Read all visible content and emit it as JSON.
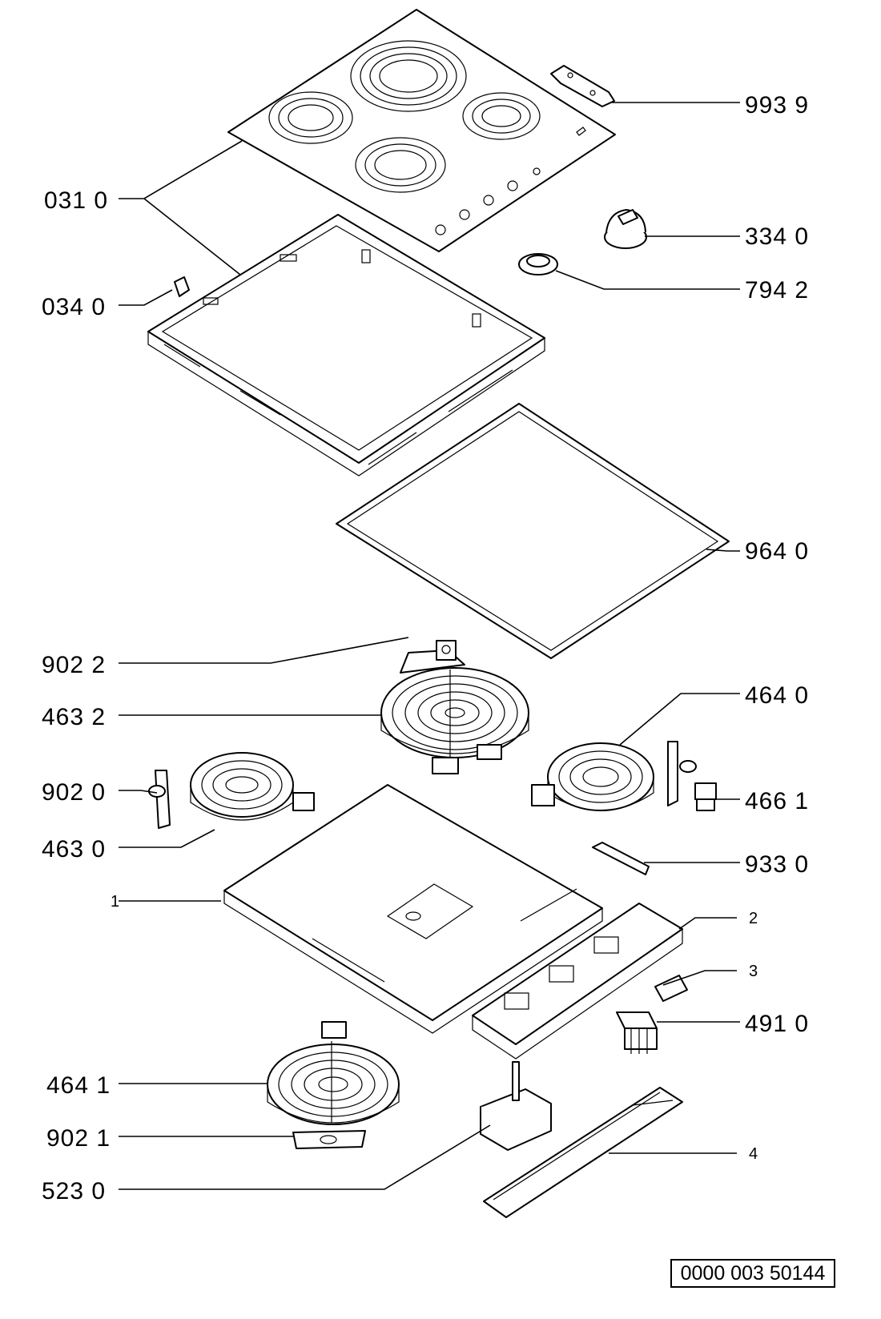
{
  "diagram": {
    "labels": [
      {
        "id": "l9939",
        "text": "993 9"
      },
      {
        "id": "l0310",
        "text": "031 0"
      },
      {
        "id": "l3340",
        "text": "334 0"
      },
      {
        "id": "l0340",
        "text": "034 0"
      },
      {
        "id": "l7942",
        "text": "794 2"
      },
      {
        "id": "l9640",
        "text": "964 0"
      },
      {
        "id": "l9022",
        "text": "902 2"
      },
      {
        "id": "l4632",
        "text": "463 2"
      },
      {
        "id": "l4640",
        "text": "464 0"
      },
      {
        "id": "l9020",
        "text": "902 0"
      },
      {
        "id": "l4661",
        "text": "466 1"
      },
      {
        "id": "l4630",
        "text": "463 0"
      },
      {
        "id": "l9330",
        "text": "933 0"
      },
      {
        "id": "l1",
        "text": "1"
      },
      {
        "id": "l2",
        "text": "2"
      },
      {
        "id": "l3",
        "text": "3"
      },
      {
        "id": "l4910",
        "text": "491 0"
      },
      {
        "id": "l4641",
        "text": "464 1"
      },
      {
        "id": "l9021",
        "text": "902 1"
      },
      {
        "id": "l4",
        "text": "4"
      },
      {
        "id": "l5230",
        "text": "523 0"
      }
    ],
    "document_number": "0000 003 50144"
  }
}
